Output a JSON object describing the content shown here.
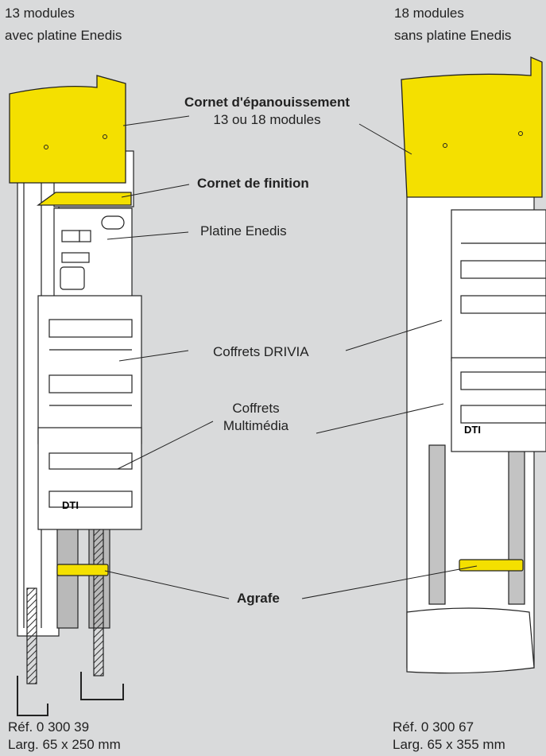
{
  "left_assembly": {
    "modules_line1": "13 modules",
    "modules_line2": "avec platine Enedis",
    "ref": "Réf. 0 300 39",
    "size": "Larg. 65 x 250 mm"
  },
  "right_assembly": {
    "modules_line1": "18 modules",
    "modules_line2": "sans platine Enedis",
    "ref": "Réf. 0 300 67",
    "size": "Larg. 65 x 355 mm"
  },
  "labels": {
    "cornet_epanouissement": "Cornet d'épanouissement",
    "cornet_epanouissement_sub": "13 ou 18 modules",
    "cornet_finition": "Cornet de finition",
    "platine_enedis": "Platine Enedis",
    "coffrets_drivia": "Coffrets DRIVIA",
    "coffrets_multimedia_line1": "Coffrets",
    "coffrets_multimedia_line2": "Multimédia",
    "agrafe": "Agrafe"
  },
  "box_marks": {
    "dti": "DTI"
  },
  "colors": {
    "yellow": "#f4e000",
    "background": "#d9dadb",
    "line": "#222222",
    "body": "#ffffff"
  }
}
